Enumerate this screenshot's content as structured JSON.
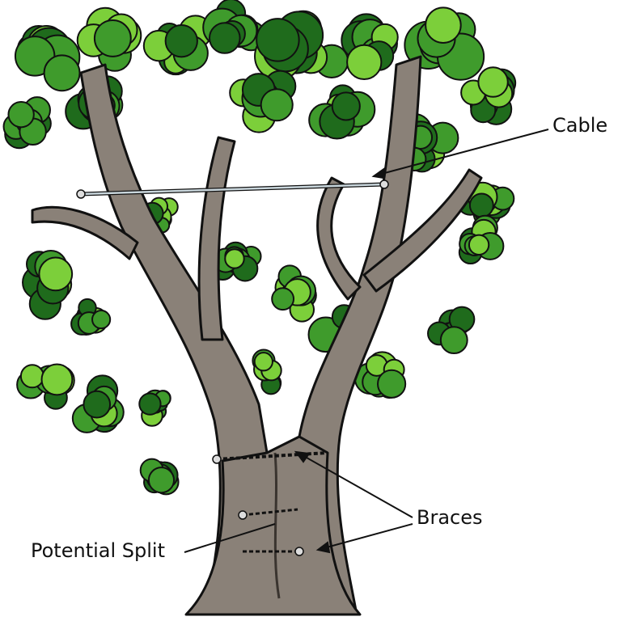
{
  "labels": {
    "cable": "Cable",
    "braces": "Braces",
    "potential_split": "Potential Split"
  },
  "colors": {
    "bark": "#8a8178",
    "bark_dark": "#5e5750",
    "leaf": "#3f9b2c",
    "leaf_light": "#7ccf3a",
    "leaf_dark": "#1f6b1c",
    "cable": "#c9d6dc",
    "outline": "#111111"
  }
}
